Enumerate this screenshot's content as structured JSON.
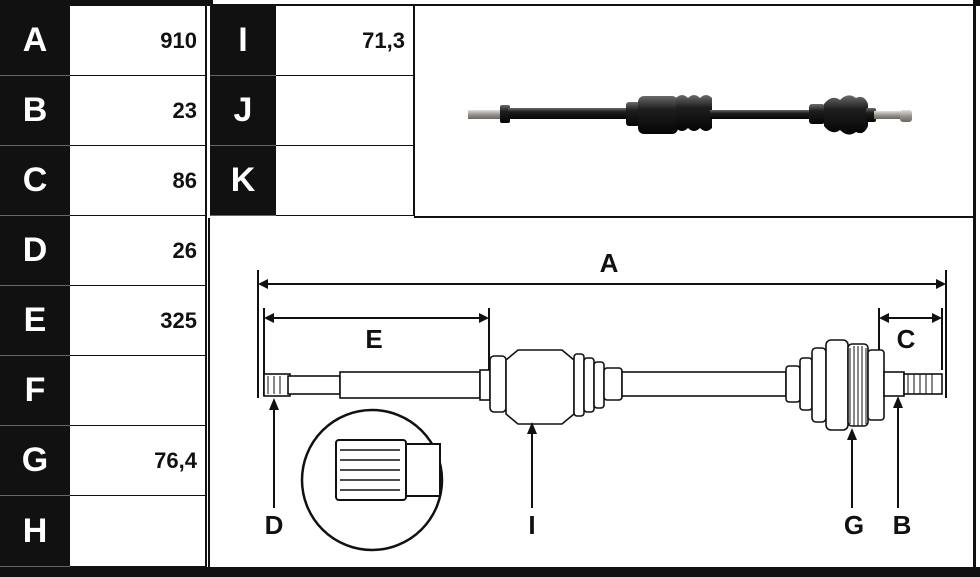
{
  "left_table": [
    {
      "letter": "A",
      "value": "910"
    },
    {
      "letter": "B",
      "value": "23"
    },
    {
      "letter": "C",
      "value": "86"
    },
    {
      "letter": "D",
      "value": "26"
    },
    {
      "letter": "E",
      "value": "325"
    },
    {
      "letter": "F",
      "value": ""
    },
    {
      "letter": "G",
      "value": "76,4"
    },
    {
      "letter": "H",
      "value": ""
    }
  ],
  "right_table": [
    {
      "letter": "I",
      "value": "71,3"
    },
    {
      "letter": "J",
      "value": ""
    },
    {
      "letter": "K",
      "value": ""
    }
  ],
  "diagram_labels": {
    "A": "A",
    "B": "B",
    "C": "C",
    "D": "D",
    "E": "E",
    "G": "G",
    "I": "I"
  }
}
